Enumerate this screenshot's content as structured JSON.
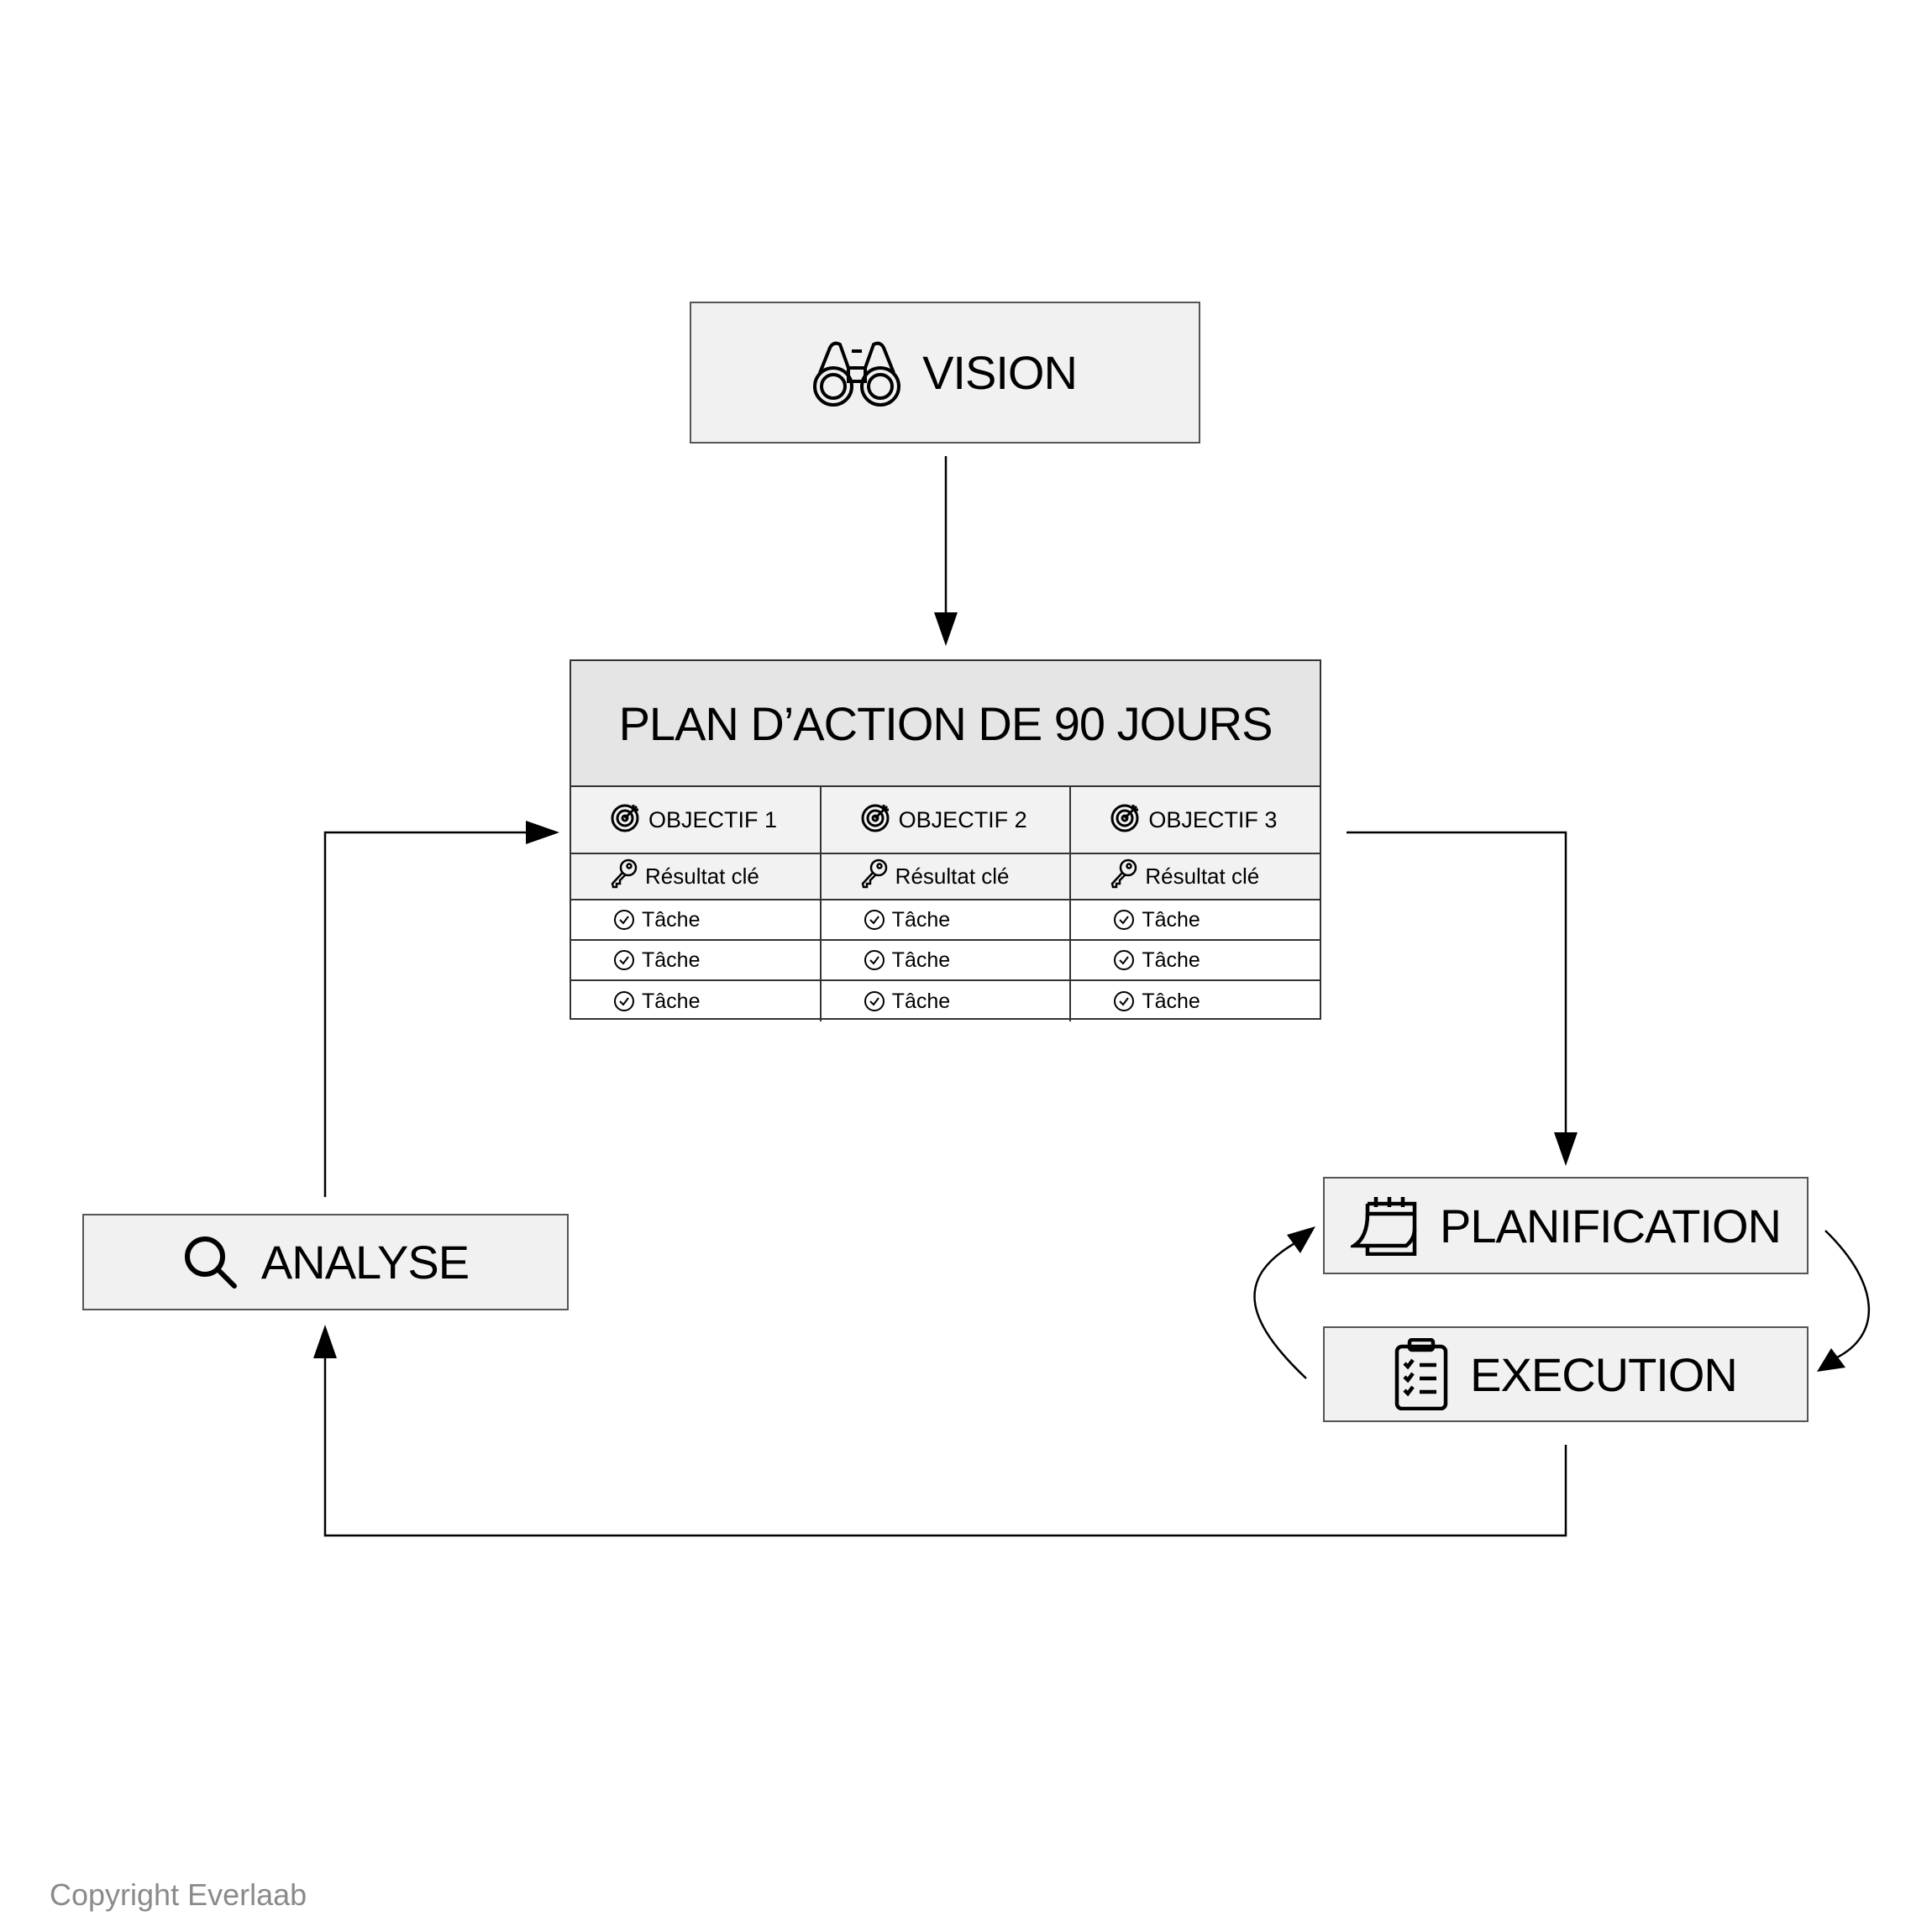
{
  "vision": {
    "label": "VISION",
    "icon": "binoculars-icon"
  },
  "plan": {
    "title": "PLAN D’ACTION DE 90 JOURS",
    "columns": [
      {
        "objective": "OBJECTIF 1",
        "key_result": "Résultat clé",
        "tasks": [
          "Tâche",
          "Tâche",
          "Tâche"
        ]
      },
      {
        "objective": "OBJECTIF 2",
        "key_result": "Résultat clé",
        "tasks": [
          "Tâche",
          "Tâche",
          "Tâche"
        ]
      },
      {
        "objective": "OBJECTIF 3",
        "key_result": "Résultat clé",
        "tasks": [
          "Tâche",
          "Tâche",
          "Tâche"
        ]
      }
    ]
  },
  "planification": {
    "label": "PLANIFICATION",
    "icon": "calendar-icon"
  },
  "execution": {
    "label": "EXECUTION",
    "icon": "clipboard-checklist-icon"
  },
  "analyse": {
    "label": "ANALYSE",
    "icon": "search-icon"
  },
  "footer": {
    "copyright": "Copyright Everlaab"
  }
}
